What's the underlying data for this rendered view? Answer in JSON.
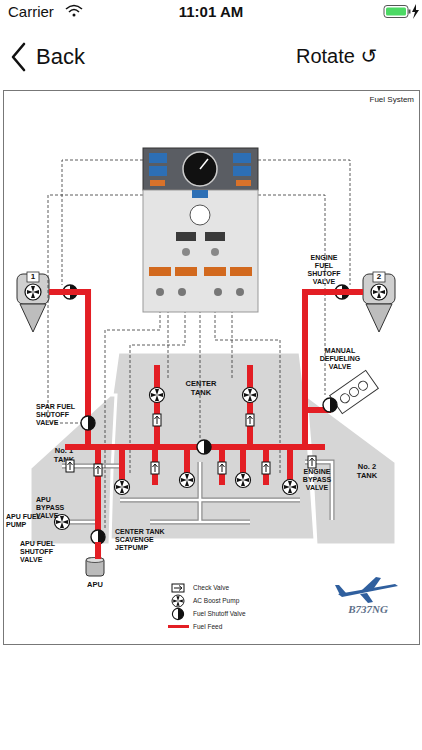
{
  "diagram": {
    "title": "Fuel System",
    "nodes": [
      {
        "text": [
          "1"
        ]
      },
      {
        "text": [
          "2"
        ]
      },
      {
        "text": [
          "CENTER TANK"
        ]
      },
      {
        "text": [
          "No. 1 TANK"
        ]
      },
      {
        "text": [
          "No. 2 TANK"
        ]
      },
      {
        "text": [
          "APU"
        ]
      }
    ],
    "edges": [
      {
        "from": 3,
        "to": 0,
        "arrow": "none"
      },
      {
        "from": 4,
        "to": 1,
        "arrow": "none"
      },
      {
        "from": 3,
        "to": 5,
        "arrow": "none"
      }
    ],
    "labels": [
      "Carrier",
      "11:01 AM",
      "Back",
      "Rotate ↺",
      "ENGINE FUEL SHUTOFF VALVE",
      "MANUAL DEFUELING VALVE",
      "SPAR FUEL SHUTOFF VALVE",
      "ENGINE BYPASS VALVE",
      "APU BYPASS VALVE",
      "APU FUEL PUMP",
      "APU FUEL SHUTOFF VALVE",
      "CENTER TANK SCAVENGE JETPUMP",
      "B737NG"
    ],
    "legend": [
      {
        "text": "Check Valve"
      },
      {
        "text": "AC Boost Pump"
      },
      {
        "text": "Fuel Shutoff Valve"
      },
      {
        "text": "Fuel Feed",
        "color": "#e31e24"
      }
    ]
  }
}
